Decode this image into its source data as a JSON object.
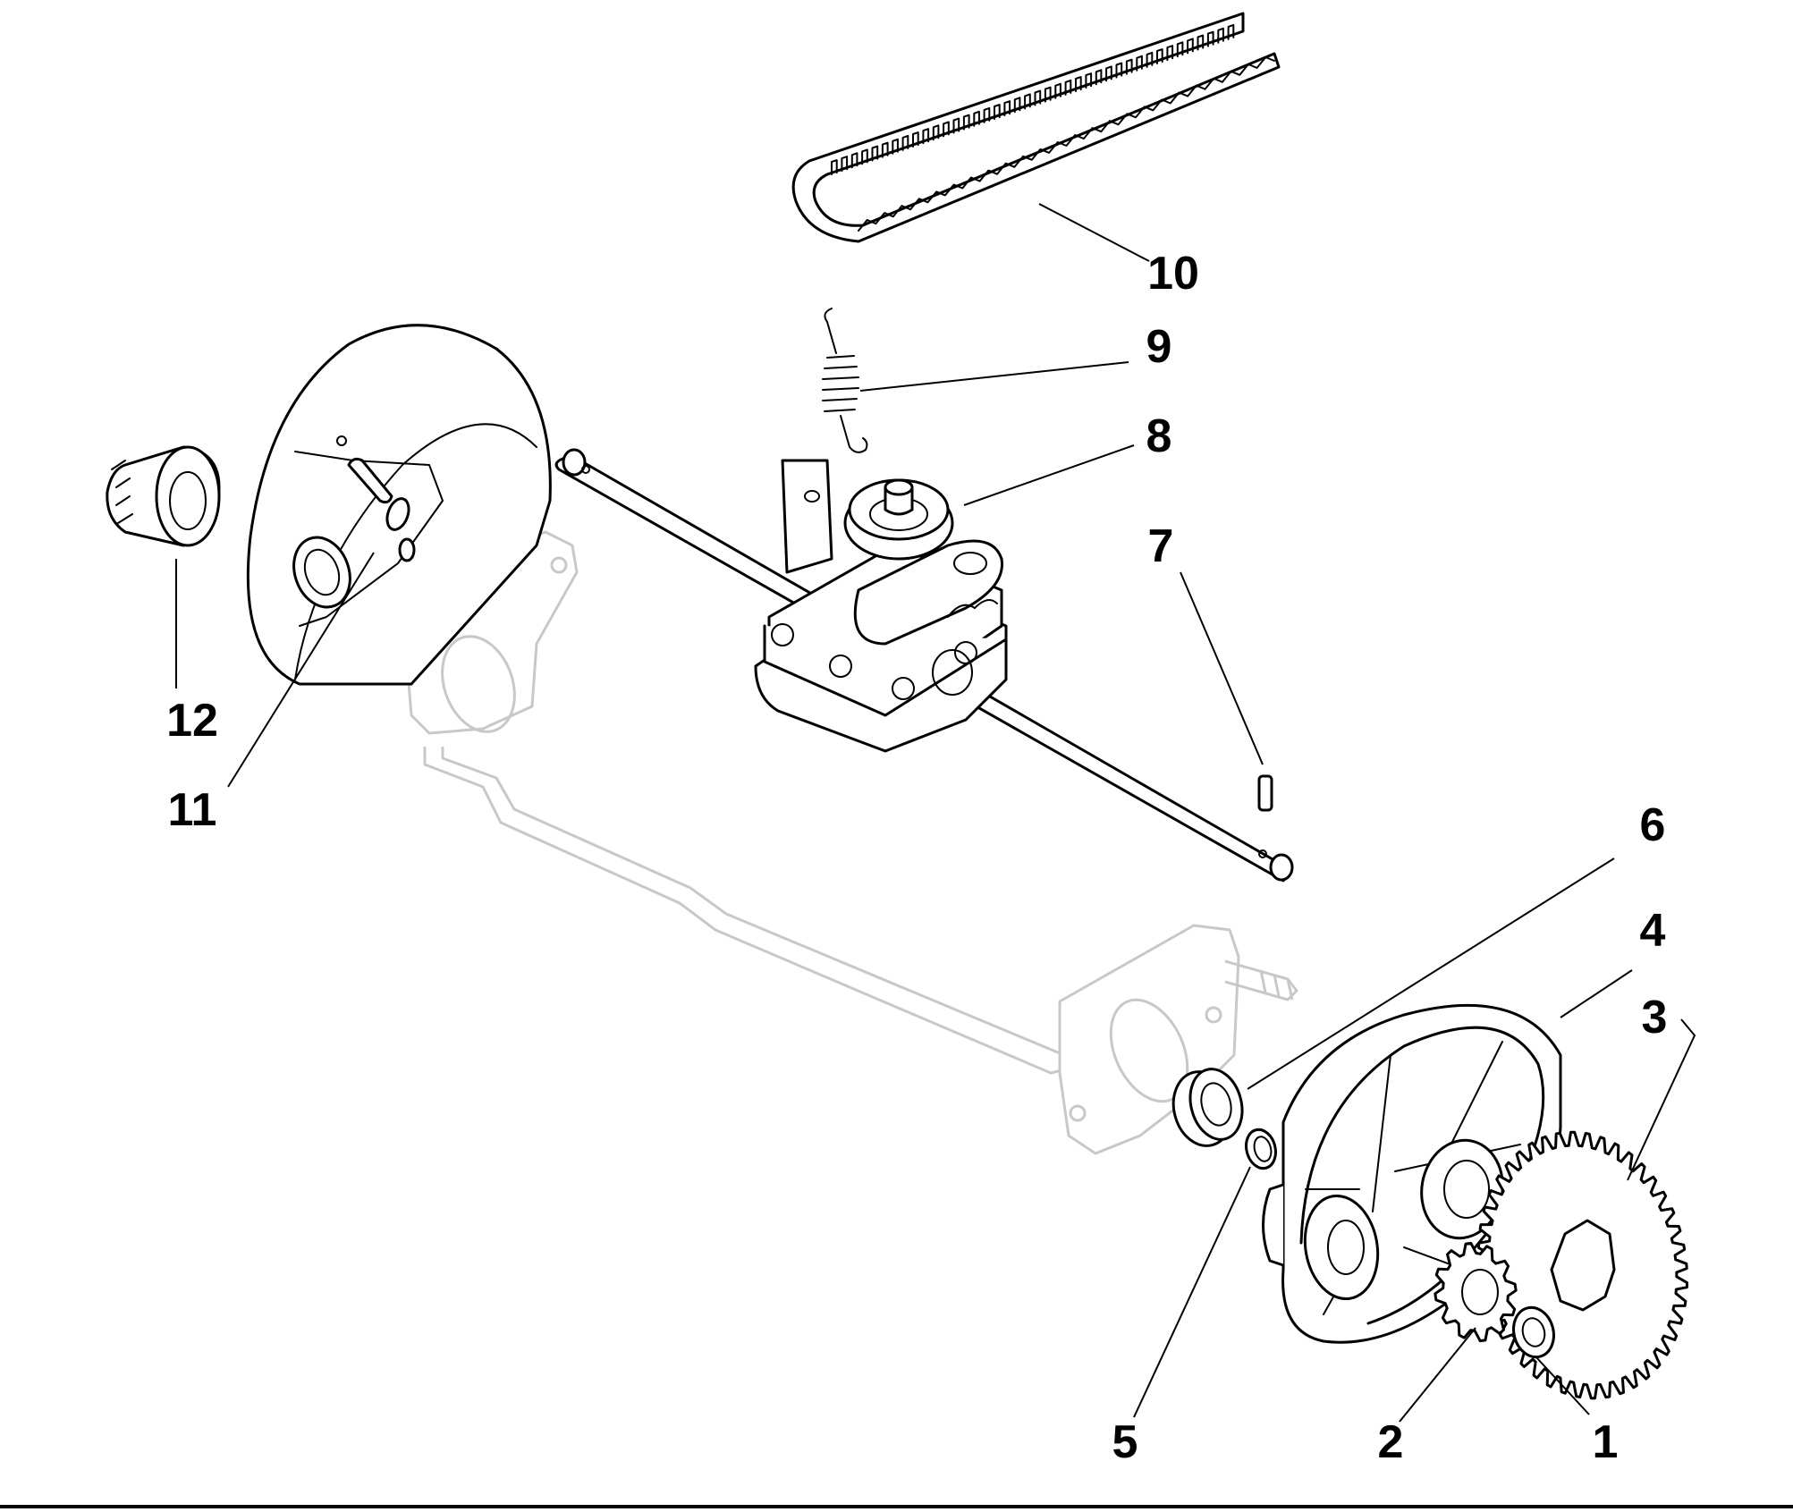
{
  "callouts": [
    {
      "id": "1",
      "label": "1"
    },
    {
      "id": "2",
      "label": "2"
    },
    {
      "id": "3",
      "label": "3"
    },
    {
      "id": "4",
      "label": "4"
    },
    {
      "id": "5",
      "label": "5"
    },
    {
      "id": "6",
      "label": "6"
    },
    {
      "id": "7",
      "label": "7"
    },
    {
      "id": "8",
      "label": "8"
    },
    {
      "id": "9",
      "label": "9"
    },
    {
      "id": "10",
      "label": "10"
    },
    {
      "id": "11",
      "label": "11"
    },
    {
      "id": "12",
      "label": "12"
    }
  ],
  "colors": {
    "line": "#000000",
    "ghost": "#c8c8c8",
    "background": "#ffffff"
  }
}
